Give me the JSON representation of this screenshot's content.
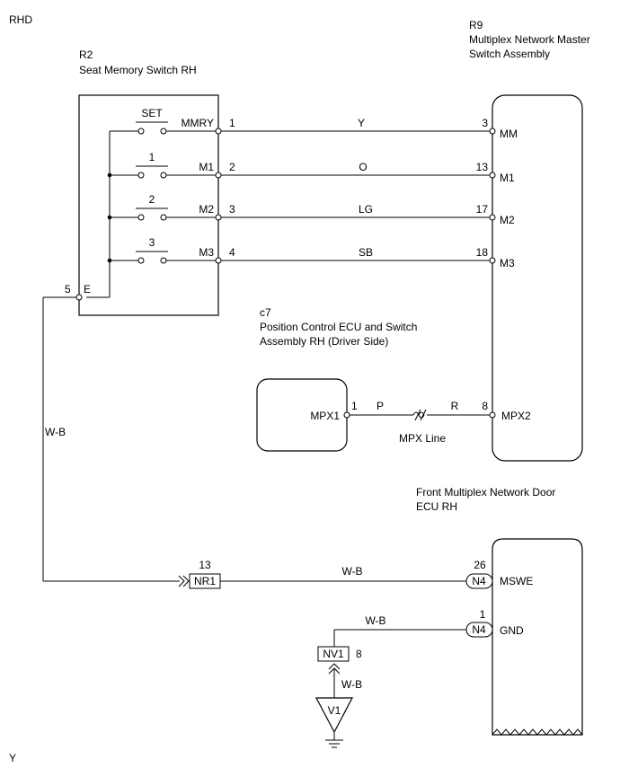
{
  "region_label": "RHD",
  "footer_label": "Y",
  "r2": {
    "code": "R2",
    "name": "Seat Memory Switch RH",
    "ground_pin": "5",
    "ground_terminal": "E",
    "switches": [
      {
        "label": "SET",
        "terminal": "MMRY",
        "pin": "1"
      },
      {
        "label": "1",
        "terminal": "M1",
        "pin": "2"
      },
      {
        "label": "2",
        "terminal": "M2",
        "pin": "3"
      },
      {
        "label": "3",
        "terminal": "M3",
        "pin": "4"
      }
    ]
  },
  "r9": {
    "code": "R9",
    "name_line1": "Multiplex Network Master",
    "name_line2": "Switch Assembly",
    "pins": [
      {
        "pin": "3",
        "terminal": "MM"
      },
      {
        "pin": "13",
        "terminal": "M1"
      },
      {
        "pin": "17",
        "terminal": "M2"
      },
      {
        "pin": "18",
        "terminal": "M3"
      }
    ],
    "mpx_pin": "8",
    "mpx_terminal": "MPX2"
  },
  "wires": [
    "Y",
    "O",
    "LG",
    "SB"
  ],
  "c7": {
    "code": "c7",
    "name_line1": "Position Control ECU and Switch",
    "name_line2": "Assembly RH (Driver Side)",
    "terminal": "MPX1",
    "pin": "1"
  },
  "mpx_line": {
    "label": "MPX Line",
    "wire_left": "P",
    "wire_right": "R"
  },
  "ground_wire": "W-B",
  "ecu_rh": {
    "name_line1": "Front Multiplex Network Door",
    "name_line2": "ECU RH",
    "mswe": {
      "connector": "N4",
      "pin": "26",
      "terminal": "MSWE"
    },
    "gnd": {
      "connector": "N4",
      "pin": "1",
      "terminal": "GND"
    }
  },
  "nr1": {
    "connector": "NR1",
    "pin": "13"
  },
  "nv1": {
    "connector": "NV1",
    "pin": "8"
  },
  "v1": {
    "label": "V1"
  },
  "wire_wb_mswe": "W-B",
  "wire_wb_gnd": "W-B",
  "wire_wb_v1": "W-B"
}
